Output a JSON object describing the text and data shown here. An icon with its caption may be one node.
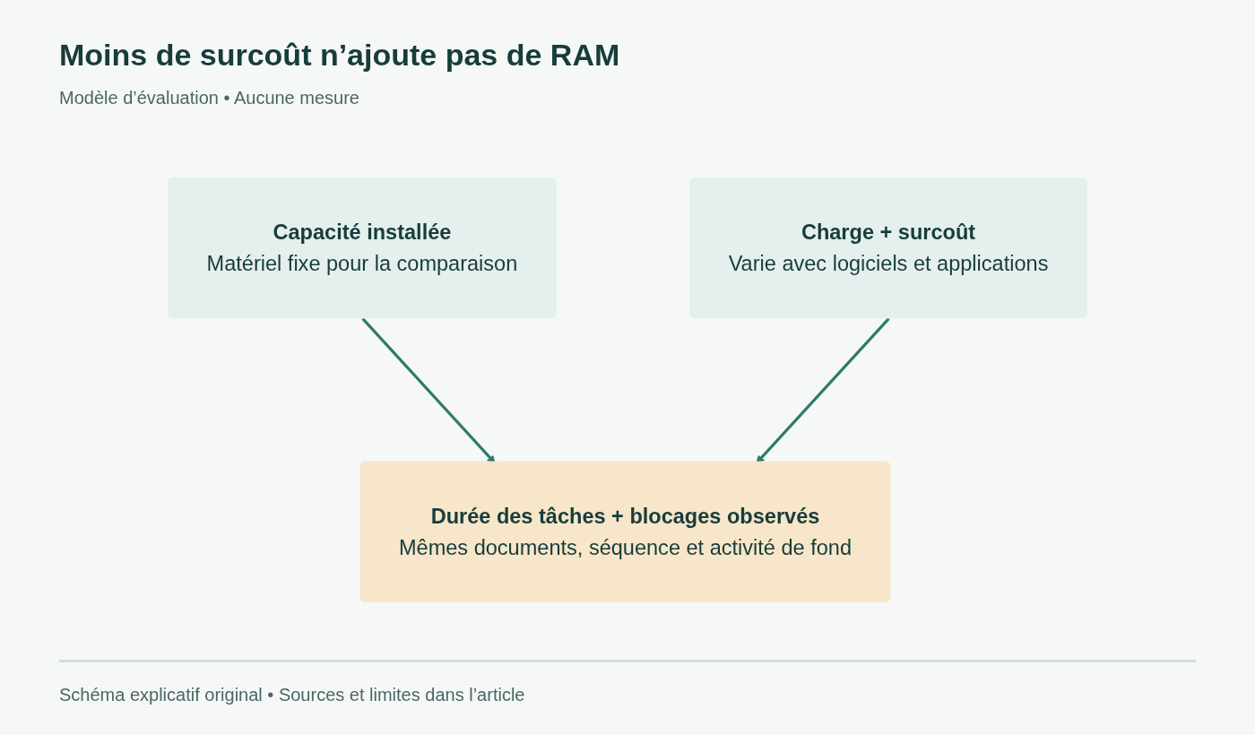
{
  "diagram": {
    "title": "Moins de surcoût n’ajoute pas de RAM",
    "nodes": [
      {
        "text": [
          "Capacité installée",
          "Matériel fixe pour la comparaison"
        ]
      },
      {
        "text": [
          "Charge + surcoût",
          "Varie avec logiciels et applications"
        ]
      },
      {
        "text": [
          "Durée des tâches + blocages observés",
          "Mêmes documents, séquence et activité de fond"
        ]
      }
    ],
    "edges": [
      {
        "from": 0,
        "to": 2,
        "arrow": "to"
      },
      {
        "from": 1,
        "to": 2,
        "arrow": "to"
      }
    ],
    "labels": [
      "Modèle d’évaluation • Aucune mesure",
      "Schéma explicatif original • Sources et limites dans l’article"
    ]
  }
}
